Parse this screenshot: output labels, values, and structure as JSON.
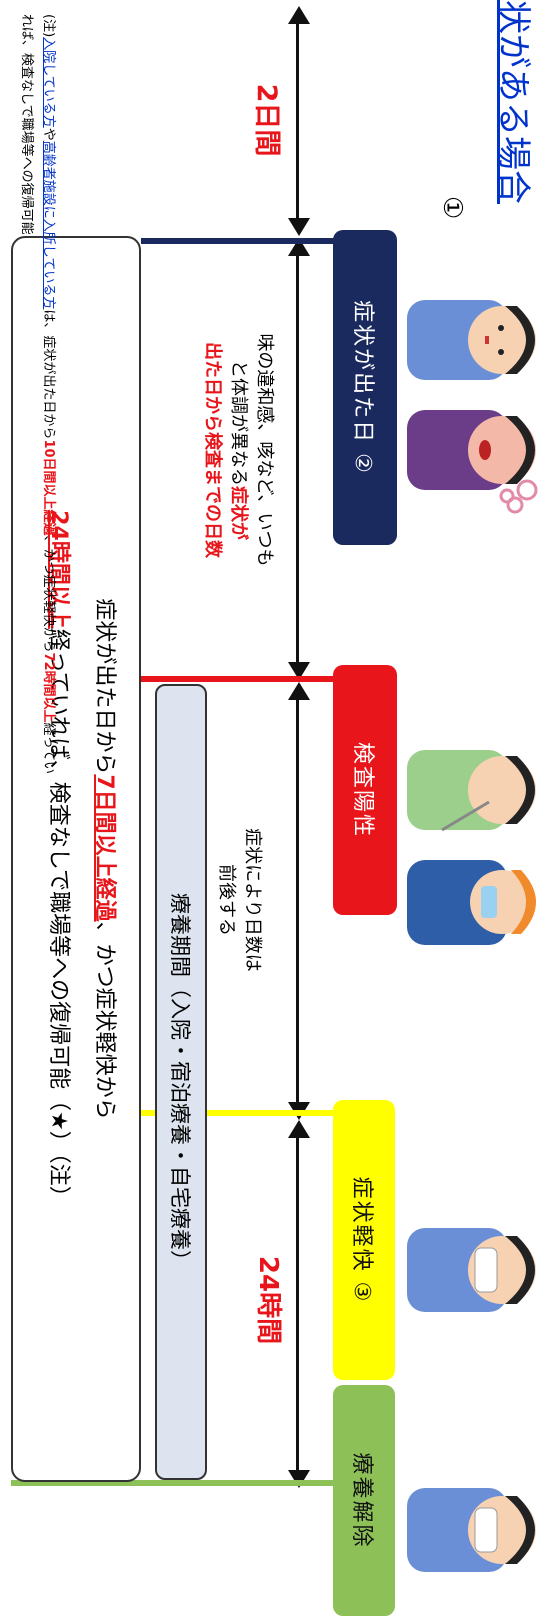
{
  "header": {
    "title": "状がある場合",
    "circled_one": "①"
  },
  "intervals": {
    "before_symptom": "2日間",
    "symptom_to_test": {
      "line1": "味の違和感、咳など、いつも",
      "line2_pre": "と体調が異なる",
      "line2_emph": "症状が",
      "line3": "出た日から検査までの日数"
    },
    "test_to_improve": {
      "line1": "症状により日数は",
      "line2": "前後する"
    },
    "improve_to_end": "24時間"
  },
  "milestones": {
    "symptom_onset": "症状が出た日 ②",
    "test_positive": "検査陽性",
    "symptom_improve": "症状軽快 ③",
    "release": "療養解除"
  },
  "period_box": "療養期間（入院・宿泊療養・自宅療養）",
  "condition": {
    "line1_pre": "症状が出た日から",
    "line1_emph": "7日間以上経過",
    "line1_post": "、かつ症状軽快から",
    "line2_emph": "24時間以上",
    "line2_post": "経っていれば、検査なしで職場等への復帰可能（★）（注）"
  },
  "footnote": {
    "prefix": "(注)",
    "link1": "入院している方",
    "mid": "や",
    "link2": "高齢者施設に入所している方",
    "mid2": "は、症状が出た日から",
    "emph1": "10日間以上経過",
    "mid3": "、かつ症状軽快から",
    "emph2": "72時間以上",
    "post": "経ってい",
    "line2": "れば、検査なしで職場等への復帰可能"
  },
  "colors": {
    "navy": "#1b2a5e",
    "red": "#e8161b",
    "yellow": "#ffff00",
    "green": "#8dc158",
    "period_fill": "#dde4ef"
  }
}
